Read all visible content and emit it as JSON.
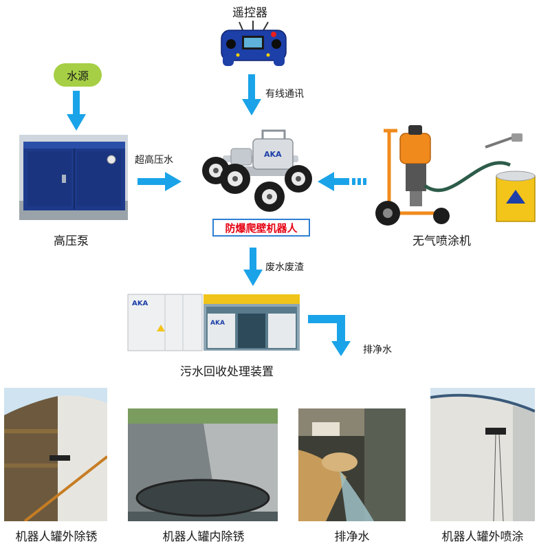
{
  "top": {
    "remote_label": "遥控器",
    "wired_label": "有线通讯"
  },
  "left": {
    "water_source": "水源",
    "pump_label": "高压泵",
    "hp_water_label": "超高压水"
  },
  "center": {
    "robot_label": "防爆爬壁机器人",
    "waste_label": "废水废渣",
    "treatment_label": "污水回收处理装置",
    "discharge_label": "排净水"
  },
  "right": {
    "sprayer_label": "无气喷涂机"
  },
  "photos": {
    "items": [
      {
        "caption": "机器人罐外除锈"
      },
      {
        "caption": "机器人罐内除锈"
      },
      {
        "caption": "排净水"
      },
      {
        "caption": "机器人罐外喷涂"
      }
    ]
  },
  "brand": {
    "aka": "AKA"
  },
  "colors": {
    "arrow": "#1aa3e8",
    "pill": "#a6cf45",
    "robot_label_text": "#e60012",
    "robot_label_border": "#2e7fd1",
    "pump_body": "#1d3a8a"
  }
}
